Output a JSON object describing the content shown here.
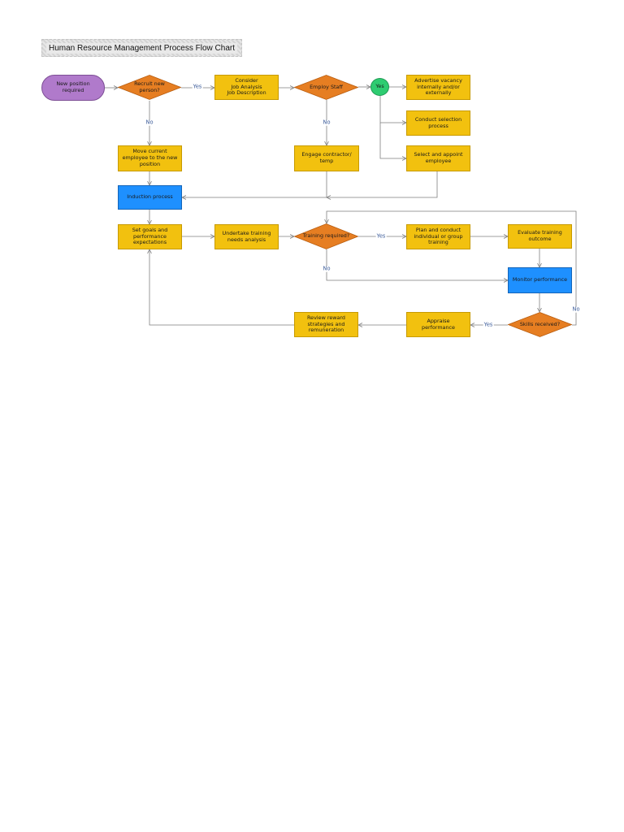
{
  "title": "Human Resource Management Process Flow Chart",
  "colors": {
    "process": "#f2c10f",
    "decision": "#e67e22",
    "highlight": "#1e90ff",
    "terminal": "#b07acb",
    "yes_node": "#2ecc71",
    "connector": "#7f7f7f",
    "label_text": "#3a5a99"
  },
  "nodes": {
    "new_position": "New position\nrequired",
    "recruit": "Recruit new\nperson?",
    "consider": "Consider\nJob Analysis\nJob Description",
    "employ_staff": "Employ Staff",
    "yes_circle": "Yes",
    "advertise": "Advertise vacancy\ninternally and/or\nexternally",
    "selection": "Conduct selection\nprocess",
    "select_appoint": "Select and appoint\nemployee",
    "move_employee": "Move current\nemployee to the new\nposition",
    "engage_contractor": "Engage contractor/\ntemp",
    "induction": "Induction process",
    "set_goals": "Set goals and\nperformance\nexpectations",
    "training_needs": "Undertake training\nneeds analysis",
    "training_required": "Training required?",
    "plan_training": "Plan and conduct\nindividual or group\ntraining",
    "evaluate": "Evaluate training\noutcome",
    "monitor": "Monitor performance",
    "skills_received": "Skills received?",
    "appraise": "Appraise\nperformance",
    "review_reward": "Review reward\nstrategies and\nremuneration"
  },
  "edge_labels": {
    "recruit_yes": "Yes",
    "recruit_no": "No",
    "employ_no": "No",
    "training_yes": "Yes",
    "training_no": "No",
    "skills_yes": "Yes",
    "skills_no": "No"
  }
}
